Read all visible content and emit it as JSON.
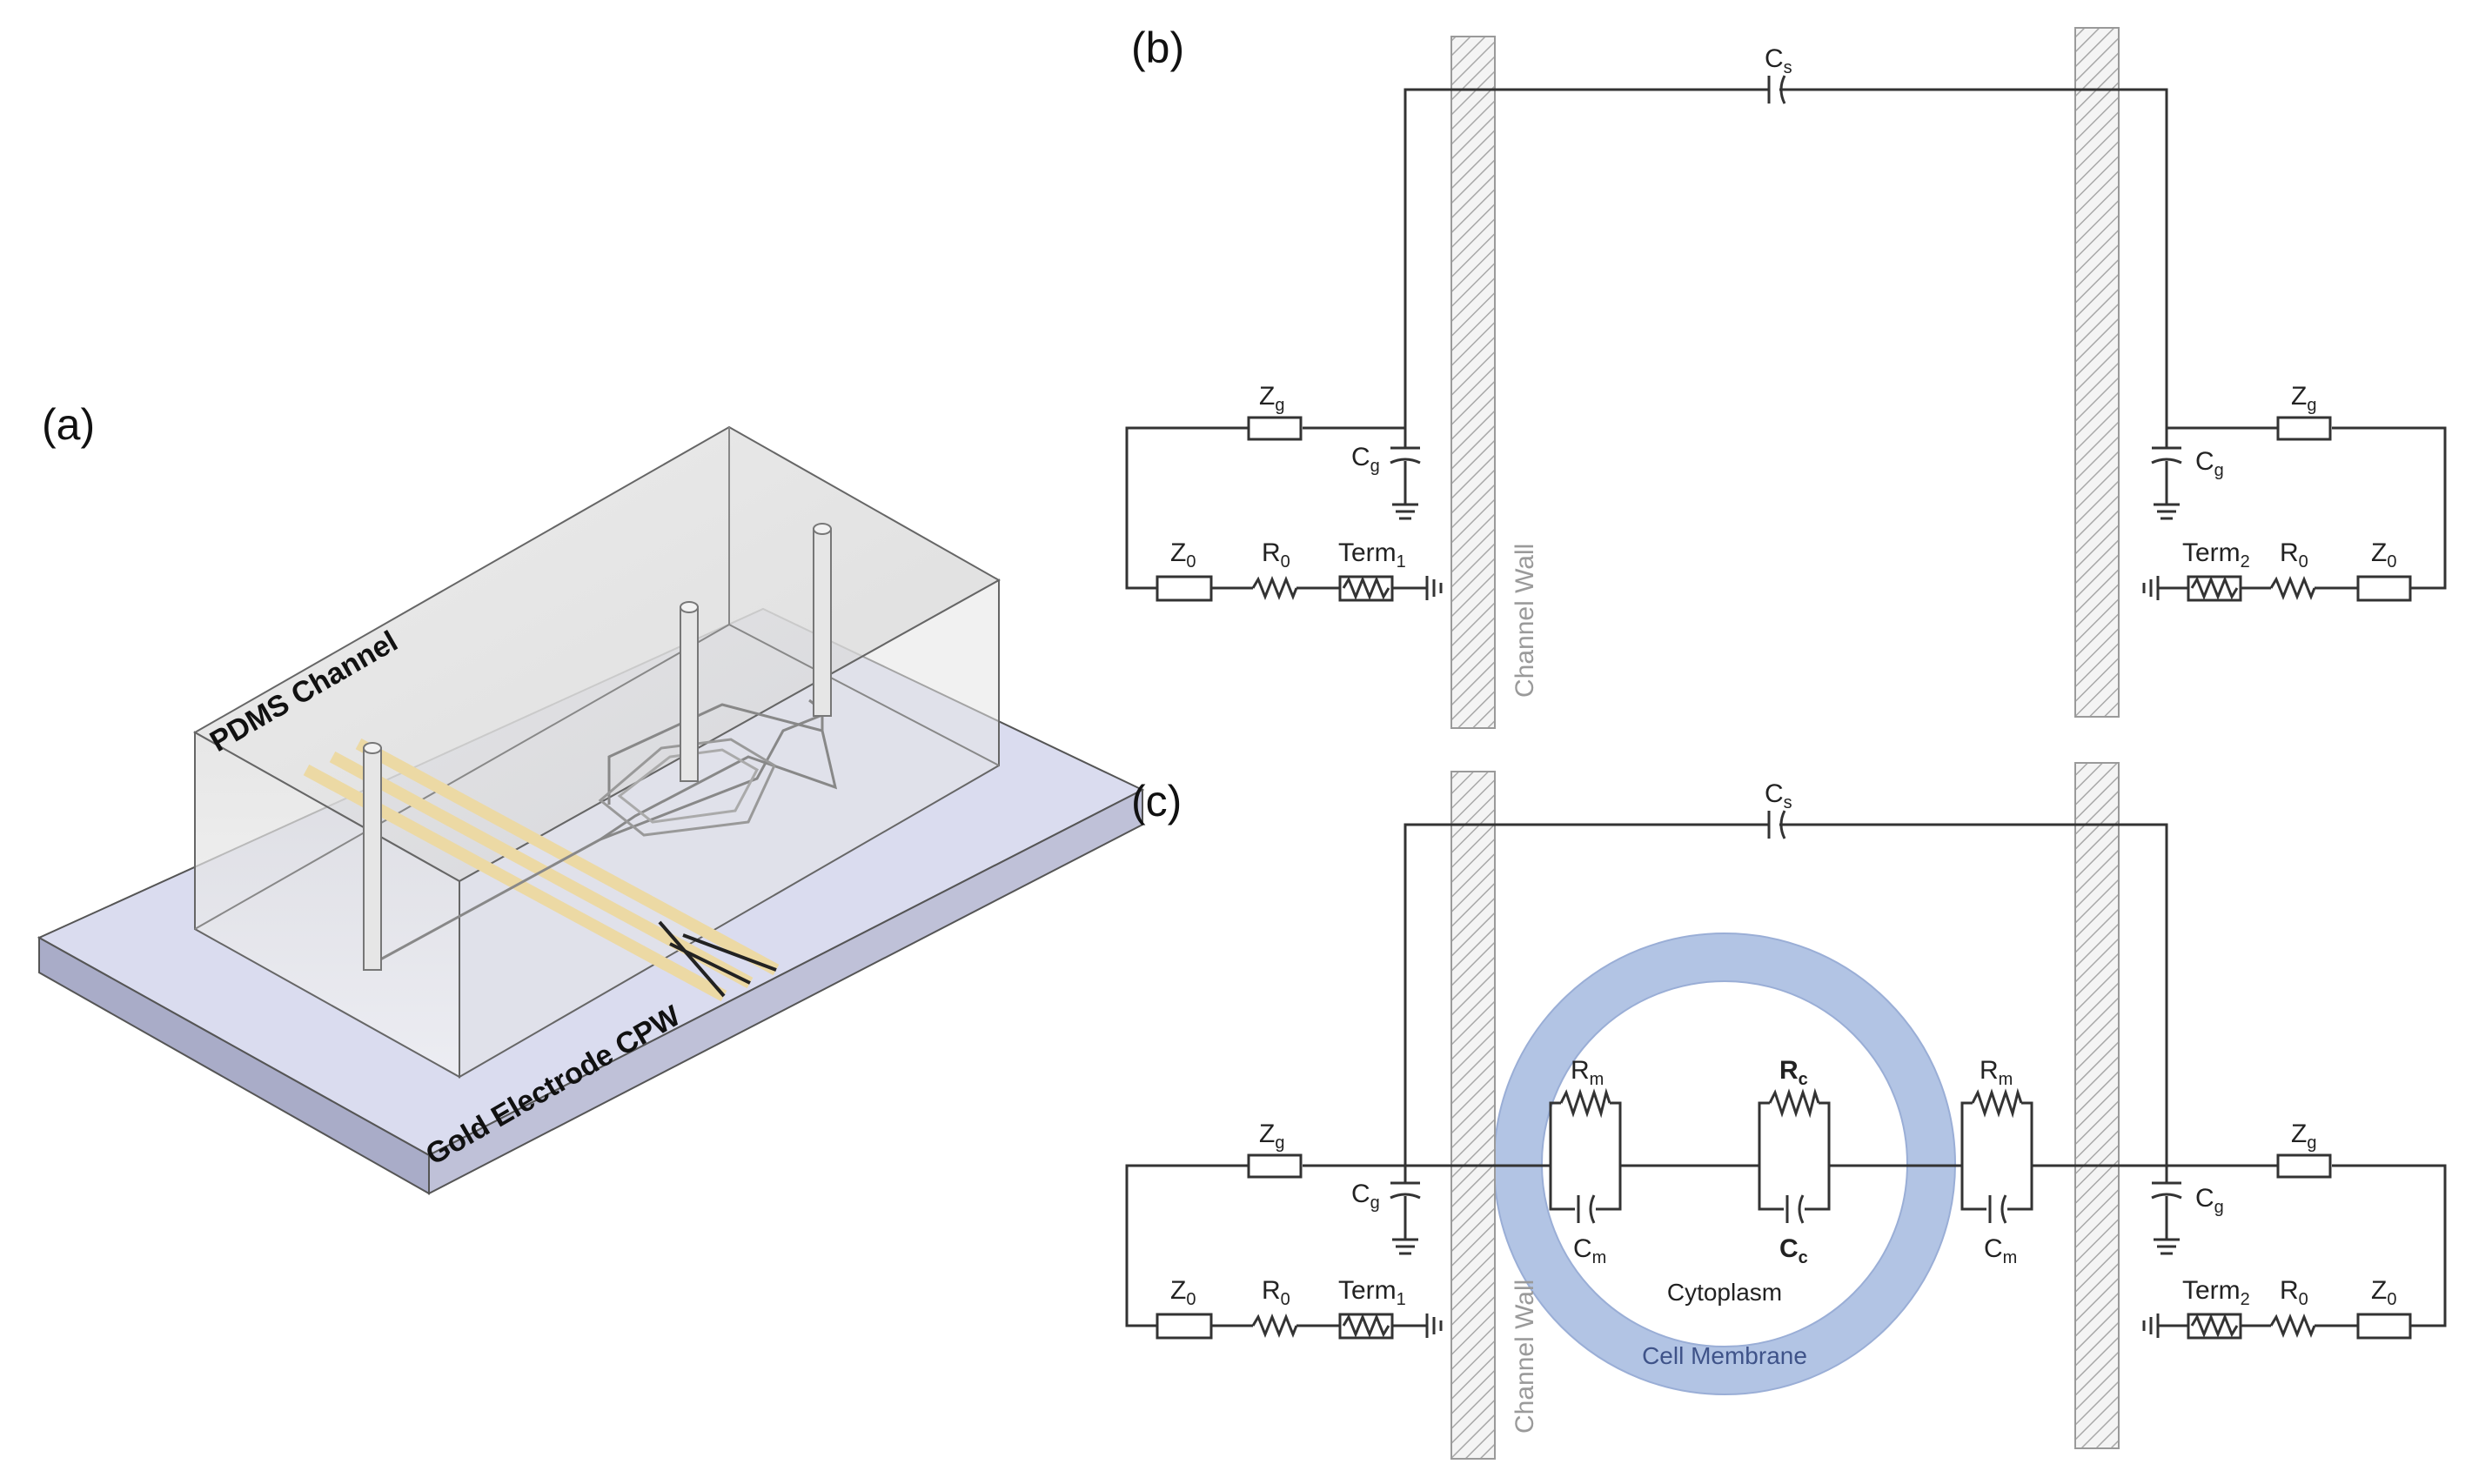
{
  "panels": {
    "a": {
      "label": "(a)",
      "pdms_label": "PDMS Channel",
      "electrode_label": "Gold Electrode CPW"
    },
    "b": {
      "label": "(b)",
      "wall_label_left": "Channel Wall",
      "cs": {
        "base": "C",
        "sub": "s"
      },
      "left": {
        "zg": {
          "base": "Z",
          "sub": "g"
        },
        "cg": {
          "base": "C",
          "sub": "g"
        },
        "z0": {
          "base": "Z",
          "sub": "0"
        },
        "r0": {
          "base": "R",
          "sub": "0"
        },
        "term": {
          "base": "Term",
          "sub": "1"
        }
      },
      "right": {
        "zg": {
          "base": "Z",
          "sub": "g"
        },
        "cg": {
          "base": "C",
          "sub": "g"
        },
        "z0": {
          "base": "Z",
          "sub": "0"
        },
        "r0": {
          "base": "R",
          "sub": "0"
        },
        "term": {
          "base": "Term",
          "sub": "2"
        }
      }
    },
    "c": {
      "label": "(c)",
      "wall_label_left": "Channel Wall",
      "cs": {
        "base": "C",
        "sub": "s"
      },
      "rm_left": {
        "base": "R",
        "sub": "m"
      },
      "cm_left": {
        "base": "C",
        "sub": "m"
      },
      "rc": {
        "base": "R",
        "sub": "c"
      },
      "cc": {
        "base": "C",
        "sub": "c"
      },
      "rm_right": {
        "base": "R",
        "sub": "m"
      },
      "cm_right": {
        "base": "C",
        "sub": "m"
      },
      "cytoplasm_label": "Cytoplasm",
      "membrane_label": "Cell Membrane",
      "left": {
        "zg": {
          "base": "Z",
          "sub": "g"
        },
        "cg": {
          "base": "C",
          "sub": "g"
        },
        "z0": {
          "base": "Z",
          "sub": "0"
        },
        "r0": {
          "base": "R",
          "sub": "0"
        },
        "term": {
          "base": "Term",
          "sub": "1"
        }
      },
      "right": {
        "zg": {
          "base": "Z",
          "sub": "g"
        },
        "cg": {
          "base": "C",
          "sub": "g"
        },
        "z0": {
          "base": "Z",
          "sub": "0"
        },
        "r0": {
          "base": "R",
          "sub": "0"
        },
        "term": {
          "base": "Term",
          "sub": "2"
        }
      }
    }
  },
  "colors": {
    "membrane": "#b2c4e4",
    "membrane_text": "#3f5389",
    "gold": "#ecd9a4",
    "substrate_top": "#dadcef",
    "substrate_side": "#a9acc8"
  }
}
